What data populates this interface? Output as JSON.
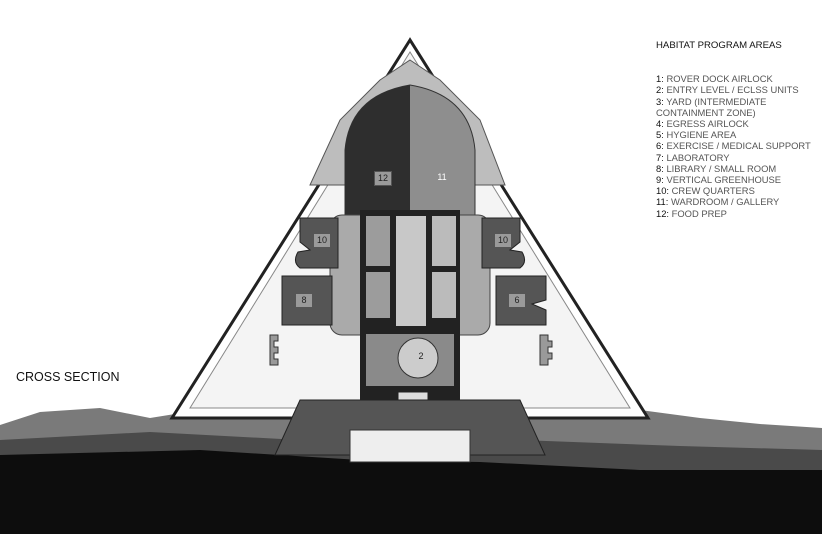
{
  "legend": {
    "title": "HABITAT PROGRAM AREAS",
    "items": [
      {
        "num": "1:",
        "label": "ROVER DOCK AIRLOCK"
      },
      {
        "num": "2:",
        "label": "ENTRY LEVEL / ECLSS UNITS"
      },
      {
        "num": "3:",
        "label": "YARD (INTERMEDIATE CONTAINMENT ZONE)"
      },
      {
        "num": "4:",
        "label": "EGRESS AIRLOCK"
      },
      {
        "num": "5:",
        "label": "HYGIENE AREA"
      },
      {
        "num": "6:",
        "label": "EXERCISE / MEDICAL SUPPORT"
      },
      {
        "num": "7:",
        "label": "LABORATORY"
      },
      {
        "num": "8:",
        "label": "LIBRARY / SMALL ROOM"
      },
      {
        "num": "9:",
        "label": "VERTICAL GREENHOUSE"
      },
      {
        "num": "10:",
        "label": "CREW QUARTERS"
      },
      {
        "num": "11:",
        "label": "WARDROOM / GALLERY"
      },
      {
        "num": "12:",
        "label": "FOOD PREP"
      }
    ]
  },
  "section_title": "CROSS SECTION",
  "tags": {
    "t12": "12",
    "t11": "11",
    "t10a": "10",
    "t10b": "10",
    "t8": "8",
    "t6": "6",
    "t2": "2"
  }
}
